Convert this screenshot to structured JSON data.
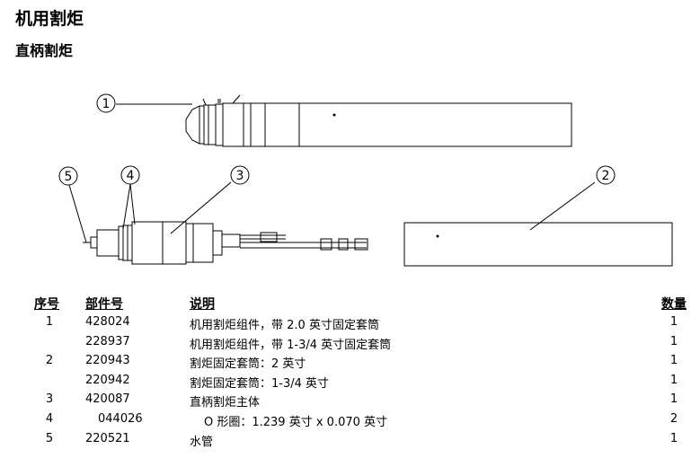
{
  "title": "机用割炬",
  "subtitle": "直柄割炬",
  "callouts": [
    "1",
    "2",
    "3",
    "4",
    "5"
  ],
  "table": {
    "headers": {
      "item": "序号",
      "part": "部件号",
      "desc": "说明",
      "qty": "数量"
    },
    "rows": [
      {
        "item": "1",
        "part": "428024",
        "desc": "机用割炬组件，带 2.0 英寸固定套筒",
        "qty": "1"
      },
      {
        "item": "",
        "part": "228937",
        "desc": "机用割炬组件，带 1-3/4 英寸固定套筒",
        "qty": "1"
      },
      {
        "item": "2",
        "part": "220943",
        "desc": "割炬固定套筒：2 英寸",
        "qty": "1"
      },
      {
        "item": "",
        "part": "220942",
        "desc": "割炬固定套筒：1-3/4 英寸",
        "qty": "1"
      },
      {
        "item": "3",
        "part": "420087",
        "desc": "直柄割炬主体",
        "qty": "1"
      },
      {
        "item": "4",
        "part": "044026",
        "desc": "O 形圈：1.239 英寸 x 0.070 英寸",
        "qty": "2"
      },
      {
        "item": "5",
        "part": "220521",
        "desc": "水管",
        "qty": "1"
      }
    ]
  }
}
